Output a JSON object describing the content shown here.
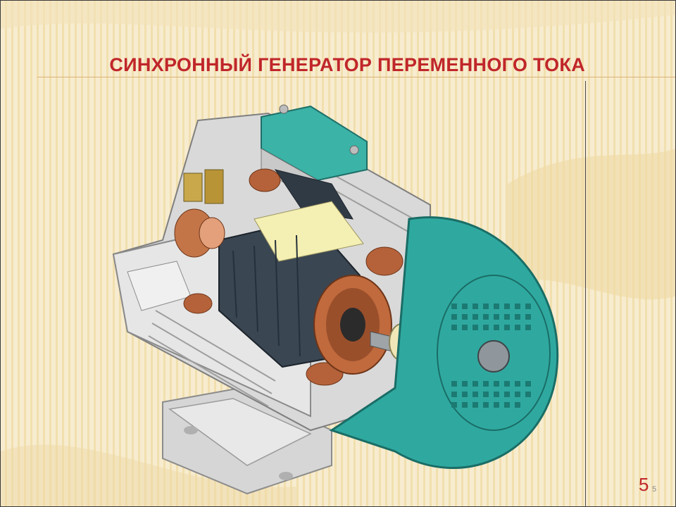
{
  "slide": {
    "title": "СИНХРОННЫЙ ГЕНЕРАТОР ПЕРЕМЕННОГО ТОКА",
    "page_number": "5",
    "page_number_small": "5"
  },
  "colors": {
    "title": "#c0262a",
    "background_light": "#f7eccf",
    "background_stripe": "#f1dfae",
    "housing": "#d9d9d9",
    "fan_cover": "#2fa9a0",
    "copper_winding": "#b5623a",
    "rotor_core": "#2f3a45",
    "terminal_box": "#3bb3a6"
  },
  "illustration": {
    "subject": "synchronous-generator-cutaway",
    "parts": [
      "housing",
      "terminal-box",
      "stator-core",
      "rotor",
      "stator-winding",
      "shaft",
      "bearing",
      "fan-cover",
      "base-feet",
      "slip-rings",
      "brush-holder"
    ]
  }
}
